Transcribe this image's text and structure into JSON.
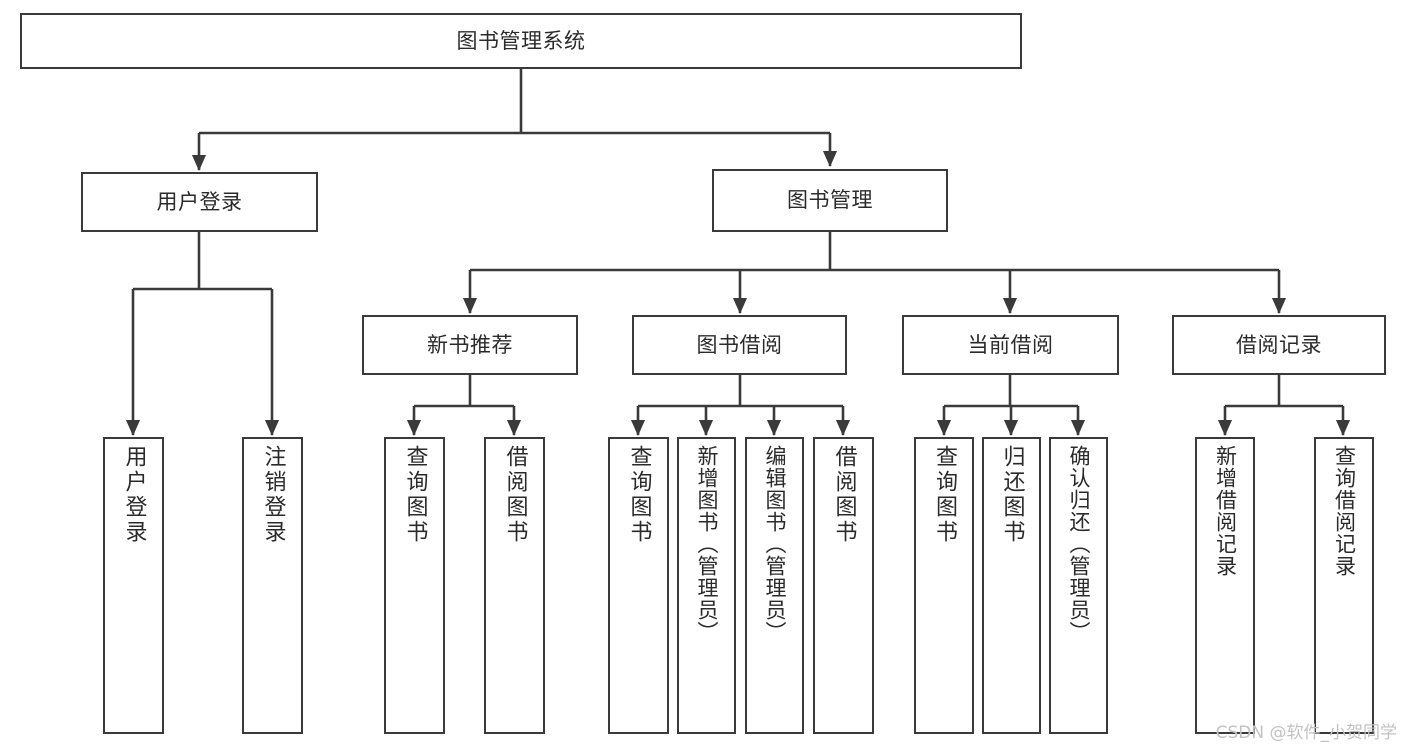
{
  "diagram": {
    "title": "图书管理系统",
    "watermark": "CSDN @软件_小贺同学",
    "line_color": "#3a3a3a",
    "box_fill": "#ffffff",
    "text_color": "#2b2b2b",
    "watermark_color": "#c2c2c2",
    "root": {
      "id": "root",
      "label": "图书管理系统",
      "orientation": "horizontal"
    },
    "level2": [
      {
        "id": "user-login",
        "label": "用户登录",
        "orientation": "horizontal"
      },
      {
        "id": "book-manage",
        "label": "图书管理",
        "orientation": "horizontal"
      }
    ],
    "level3": [
      {
        "id": "new-book-recommend",
        "label": "新书推荐",
        "orientation": "horizontal",
        "parent": "book-manage"
      },
      {
        "id": "book-borrow",
        "label": "图书借阅",
        "orientation": "horizontal",
        "parent": "book-manage"
      },
      {
        "id": "current-borrow",
        "label": "当前借阅",
        "orientation": "horizontal",
        "parent": "book-manage"
      },
      {
        "id": "borrow-record",
        "label": "借阅记录",
        "orientation": "horizontal",
        "parent": "book-manage"
      }
    ],
    "leaves": [
      {
        "id": "leaf-user-login",
        "label": "用户登录",
        "orientation": "vertical",
        "parent": "user-login"
      },
      {
        "id": "leaf-user-logout",
        "label": "注销登录",
        "orientation": "vertical",
        "parent": "user-login"
      },
      {
        "id": "leaf-query-book-1",
        "label": "查询图书",
        "orientation": "vertical",
        "parent": "new-book-recommend"
      },
      {
        "id": "leaf-borrow-book-1",
        "label": "借阅图书",
        "orientation": "vertical",
        "parent": "new-book-recommend"
      },
      {
        "id": "leaf-query-book-2",
        "label": "查询图书",
        "orientation": "vertical",
        "parent": "book-borrow"
      },
      {
        "id": "leaf-add-book",
        "label": "新增图书（管理员）",
        "orientation": "vertical",
        "parent": "book-borrow"
      },
      {
        "id": "leaf-edit-book",
        "label": "编辑图书（管理员）",
        "orientation": "vertical",
        "parent": "book-borrow"
      },
      {
        "id": "leaf-borrow-book-2",
        "label": "借阅图书",
        "orientation": "vertical",
        "parent": "book-borrow"
      },
      {
        "id": "leaf-query-book-3",
        "label": "查询图书",
        "orientation": "vertical",
        "parent": "current-borrow"
      },
      {
        "id": "leaf-return-book",
        "label": "归还图书",
        "orientation": "vertical",
        "parent": "current-borrow"
      },
      {
        "id": "leaf-confirm-return",
        "label": "确认归还（管理员）",
        "orientation": "vertical",
        "parent": "current-borrow"
      },
      {
        "id": "leaf-add-record",
        "label": "新增借阅记录",
        "orientation": "vertical",
        "parent": "borrow-record"
      },
      {
        "id": "leaf-query-record",
        "label": "查询借阅记录",
        "orientation": "vertical",
        "parent": "borrow-record"
      }
    ]
  }
}
